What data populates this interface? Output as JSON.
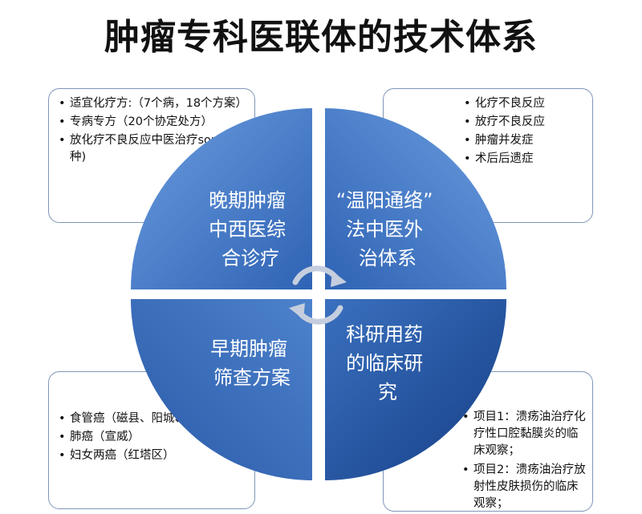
{
  "title": "肿瘤专科医联体的技术体系",
  "quadrants": {
    "top_left": {
      "lines": [
        "晚期肿瘤",
        "中西医综",
        "合诊疗"
      ]
    },
    "top_right": {
      "lines": [
        "“温阳通络”",
        "法中医外",
        "治体系"
      ]
    },
    "bottom_left": {
      "lines": [
        "早期肿瘤",
        "筛查方案"
      ]
    },
    "bottom_right": {
      "lines": [
        "科研用药",
        "的临床研",
        "究"
      ]
    }
  },
  "boxes": {
    "top_left": {
      "items": [
        "适宜化疗方:（7个病，18个方案）",
        "专病专方（20个协定处方）",
        "放化疗不良反应中医治疗sop(10种)"
      ]
    },
    "top_right": {
      "items": [
        "化疗不良反应",
        "放疗不良反应",
        "肿瘤并发症",
        "术后后遗症"
      ]
    },
    "bottom_left": {
      "items": [
        "食管癌（磁县、阳城、盐亭）",
        "肺癌（宣威）",
        "妇女两癌（红塔区）"
      ]
    },
    "bottom_right": {
      "items": [
        "项目1：溃疡油治疗化疗性口腔黏膜炎的临床观察；",
        "项目2：溃疡油治疗放射性皮肤损伤的临床观察；"
      ]
    }
  },
  "colors": {
    "quadrant_light": "#5b8fd6",
    "quadrant_dark": "#1f4f9c",
    "arrow": "#c5cede",
    "box_border": "#7f96b8"
  },
  "icons": [
    "cycle-arrow-icon"
  ]
}
